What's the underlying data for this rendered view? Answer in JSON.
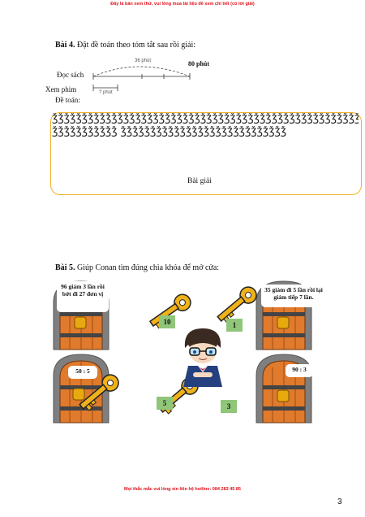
{
  "header": {
    "banner": "Đây là bản xem thử, vui lòng mua tài liệu để xem chi tiết (có lời giải)"
  },
  "bai4": {
    "label": "Bài 4.",
    "text": "Đặt đề toán theo tóm tắt sau rồi giải:",
    "top_segment": "36 phút",
    "total": "80 phút",
    "row1": "Đọc sách",
    "row2": "Xem phim",
    "bottom_segment": "? phút",
    "de_toan": "Đề toán:",
    "line1": "ǯǯǯǯǯǯǯǯǯǯǯǯǯǯǯǯǯǯǯǯǯǯǯǯǯǯǯǯǯǯǯǯǯǯǯǯǯǯǯǯǯǯǯǯǯǯǯǯǯǯǯǯǯǯǯ",
    "line2": "ǯǯǯǯǯǯǯǯǯǯǯ ǯǯǯǯǯǯǯǯǯǯǯǯǯǯǯǯǯǯǯǯǯǯǯǯǯǯǯǯ",
    "bai_giai": "Bài giải"
  },
  "bai5": {
    "label": "Bài 5.",
    "text": "Giúp Conan tìm đúng chìa khóa để mở cửa:",
    "door1": "96 giảm 3 lần rồi bớt đi 27 đơn vị",
    "door2": "35 giảm đi 5 lần rồi lại giảm tiếp 7 lần.",
    "door3": "50 : 5",
    "door4": "90 : 3",
    "key_a": "10",
    "key_b": "1",
    "key_c": "5",
    "key_d": "3"
  },
  "footer": {
    "hotline": "Mọi thắc mắc vui lòng xin liên hệ hotline: 084 283 45 85"
  },
  "page_number": "3"
}
